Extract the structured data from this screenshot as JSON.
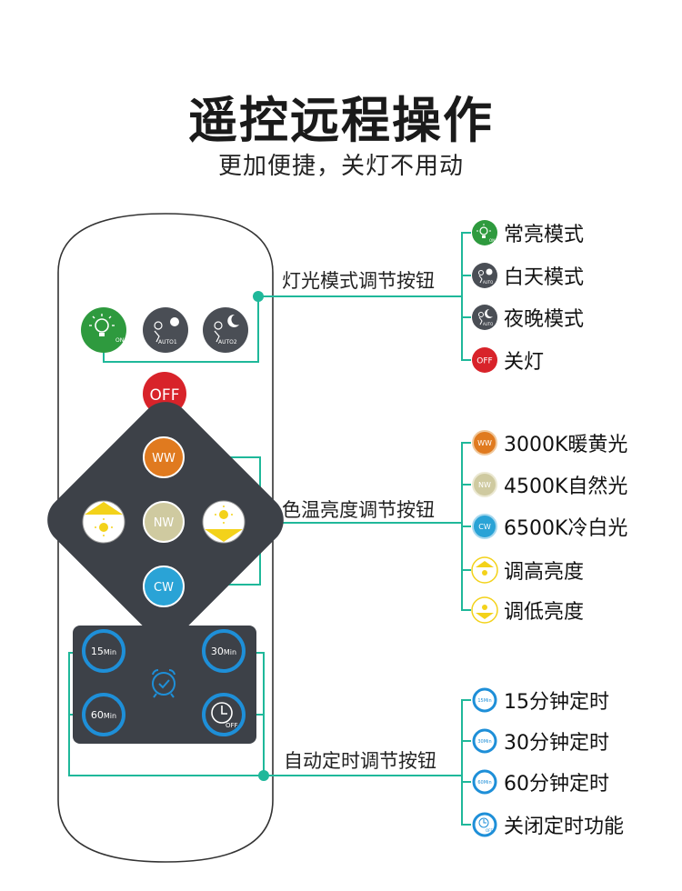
{
  "header": {
    "title": "遥控远程操作",
    "subtitle": "更加便捷，关灯不用动"
  },
  "remote": {
    "btn_on_sub": "ON",
    "btn_auto1_sub": "AUTO1",
    "btn_auto2_sub": "AUTO2",
    "btn_off": "OFF",
    "btn_ww": "WW",
    "btn_nw": "NW",
    "btn_cw": "CW",
    "timer_15": "15",
    "timer_30": "30",
    "timer_60": "60",
    "timer_unit": "Min",
    "timer_off": "OFF"
  },
  "groups": {
    "mode_label": "灯光模式调节按钮",
    "color_label": "色温亮度调节按钮",
    "timer_label": "自动定时调节按钮"
  },
  "mode_options": [
    "常亮模式",
    "白天模式",
    "夜晚模式",
    "关灯"
  ],
  "color_options": [
    "3000K暖黄光",
    "4500K自然光",
    "6500K冷白光",
    "调高亮度",
    "调低亮度"
  ],
  "timer_options": [
    "15分钟定时",
    "30分钟定时",
    "60分钟定时",
    "关闭定时功能"
  ],
  "legend_icons": {
    "on_sub": "ON",
    "auto_sub": "AUTO",
    "off": "OFF",
    "ww": "WW",
    "nw": "NW",
    "cw": "CW",
    "t15": "15Min",
    "t30": "30Min",
    "t60": "60Min",
    "toff": "OFF"
  },
  "colors": {
    "accent_line": "#1fb89a",
    "green": "#2e9a3e",
    "dark_button": "#4a4e55",
    "red": "#d8232a",
    "ww": "#e07a1f",
    "nw": "#cfcaa0",
    "cw": "#2aa3d6",
    "yellow": "#f3d21a",
    "timer_ring": "#1e8fd8",
    "panel": "#3d4148"
  }
}
